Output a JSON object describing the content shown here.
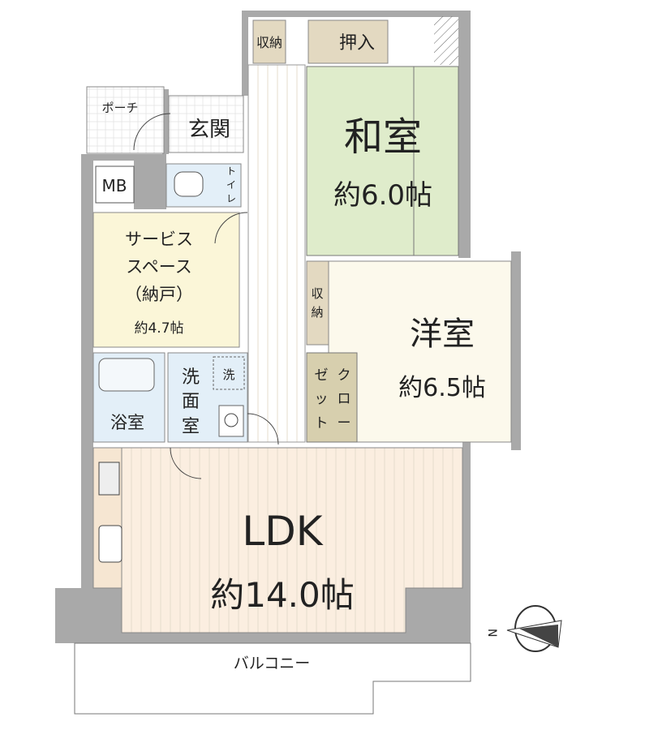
{
  "rooms": {
    "storage_top": "収納",
    "oshiire": "押入",
    "porch": "ポーチ",
    "genkan": "玄関",
    "washitsu": {
      "name": "和室",
      "size": "約6.0帖"
    },
    "mb": "MB",
    "toilet": [
      "ト",
      "イ",
      "レ"
    ],
    "service_space": {
      "line1": "サービス",
      "line2": "スペース",
      "line3": "（納戸）",
      "size": "約4.7帖"
    },
    "storage_mid": [
      "収",
      "納"
    ],
    "youshitsu": {
      "name": "洋室",
      "size": "約6.5帖"
    },
    "washer_mark": "洗",
    "senmenjo": [
      "洗",
      "面",
      "室"
    ],
    "bath": "浴室",
    "closet": {
      "col1": [
        "ク",
        "ロ",
        "ー"
      ],
      "col2": [
        "ゼ",
        "ッ",
        "ト"
      ]
    },
    "ldk": {
      "name": "LDK",
      "size": "約14.0帖"
    },
    "balcony": "バルコニー"
  },
  "compass": {
    "label": "N",
    "icon": "north-arrow-icon"
  },
  "colors": {
    "wall": "#a9a9a9",
    "washitsu": "#dfeccb",
    "storage": "#e3d9c1",
    "closet": "#d7cfae",
    "service": "#fbf6d8",
    "wet": "#e3eff8",
    "youshitsu": "#fcf9ec",
    "ldk": "#fbeee0",
    "kitchen": "#f6e6d2"
  }
}
